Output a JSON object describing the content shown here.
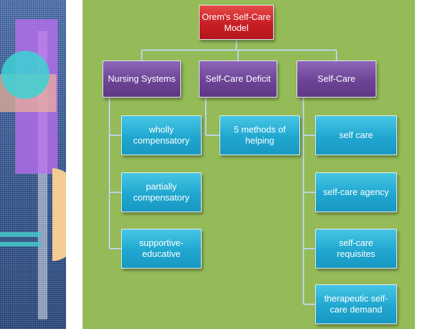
{
  "diagram": {
    "root": {
      "label": "Orem's Self-Care\nModel"
    },
    "branches": [
      {
        "label": "Nursing Systems",
        "children": [
          "wholly\ncompensatory",
          "partially\ncompensatory",
          "supportive-\neducative"
        ]
      },
      {
        "label": "Self-Care Deficit",
        "children": [
          "5 methods of\nhelping"
        ]
      },
      {
        "label": "Self-Care",
        "children": [
          "self care",
          "self-care agency",
          "self-care\nrequisites",
          "therapeutic self-\ncare demand"
        ]
      }
    ]
  },
  "colors": {
    "background": "#95bb59",
    "root": "#c81f24",
    "branch": "#6d4496",
    "leaf": "#20a7cf",
    "connector": "#b9d5ea"
  }
}
